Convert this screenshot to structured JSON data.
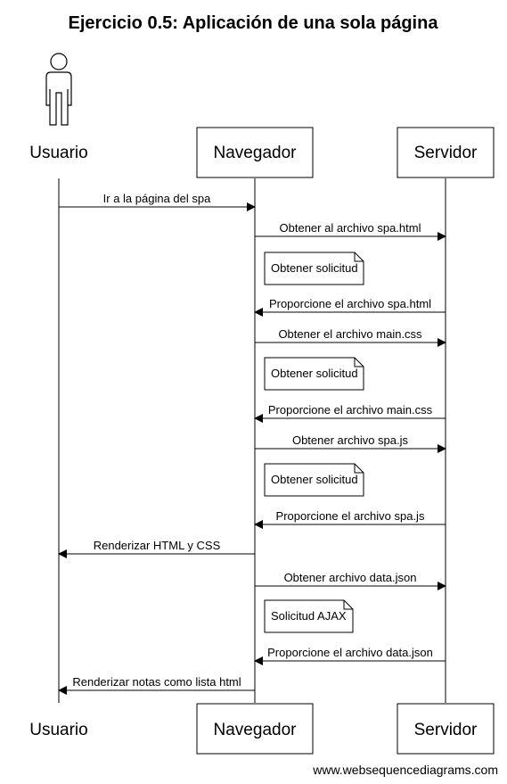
{
  "title": "Ejercicio 0.5: Aplicación de una sola página",
  "footer": "www.websequencediagrams.com",
  "participants": [
    {
      "id": "usuario",
      "label": "Usuario",
      "kind": "actor"
    },
    {
      "id": "navegador",
      "label": "Navegador",
      "kind": "box"
    },
    {
      "id": "servidor",
      "label": "Servidor",
      "kind": "box"
    }
  ],
  "messages": [
    {
      "from": "usuario",
      "to": "navegador",
      "label": "Ir a la página del spa"
    },
    {
      "from": "navegador",
      "to": "servidor",
      "label": "Obtener al archivo spa.html"
    },
    {
      "note": "Obtener solicitud",
      "over": "navegador"
    },
    {
      "from": "servidor",
      "to": "navegador",
      "label": "Proporcione el archivo spa.html"
    },
    {
      "from": "navegador",
      "to": "servidor",
      "label": "Obtener el archivo main.css"
    },
    {
      "note": "Obtener solicitud",
      "over": "navegador"
    },
    {
      "from": "servidor",
      "to": "navegador",
      "label": "Proporcione el archivo main.css"
    },
    {
      "from": "navegador",
      "to": "servidor",
      "label": "Obtener archivo spa.js"
    },
    {
      "note": "Obtener solicitud",
      "over": "navegador"
    },
    {
      "from": "servidor",
      "to": "navegador",
      "label": "Proporcione el archivo spa.js"
    },
    {
      "from": "navegador",
      "to": "usuario",
      "label": "Renderizar HTML y CSS"
    },
    {
      "from": "navegador",
      "to": "servidor",
      "label": "Obtener archivo data.json"
    },
    {
      "note": "Solicitud AJAX",
      "over": "navegador"
    },
    {
      "from": "servidor",
      "to": "navegador",
      "label": "Proporcione el archivo data.json"
    },
    {
      "from": "navegador",
      "to": "usuario",
      "label": "Renderizar notas como lista html"
    }
  ]
}
